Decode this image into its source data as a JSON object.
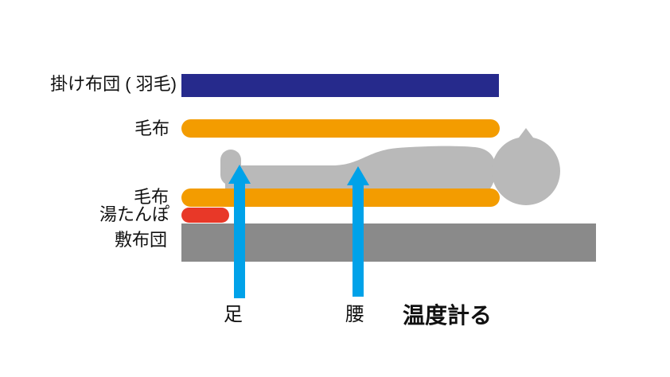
{
  "labels": {
    "duvet": "掛け布団 ( 羽毛)",
    "blanket_top": "毛布",
    "blanket_bottom": "毛布",
    "hot_water_bottle": "湯たんぽ",
    "mattress": "敷布団",
    "foot": "足",
    "hip": "腰",
    "caption": "温度計る"
  },
  "colors": {
    "duvet": "#262A8C",
    "blanket": "#F39C00",
    "hot_water_bottle": "#E83828",
    "mattress": "#8A8A8A",
    "person": "#B9B9B9",
    "arrow": "#00A2E9",
    "text": "#111111",
    "background": "#FFFFFF"
  },
  "icons": {
    "foot_arrow": "up-arrow",
    "hip_arrow": "up-arrow"
  }
}
